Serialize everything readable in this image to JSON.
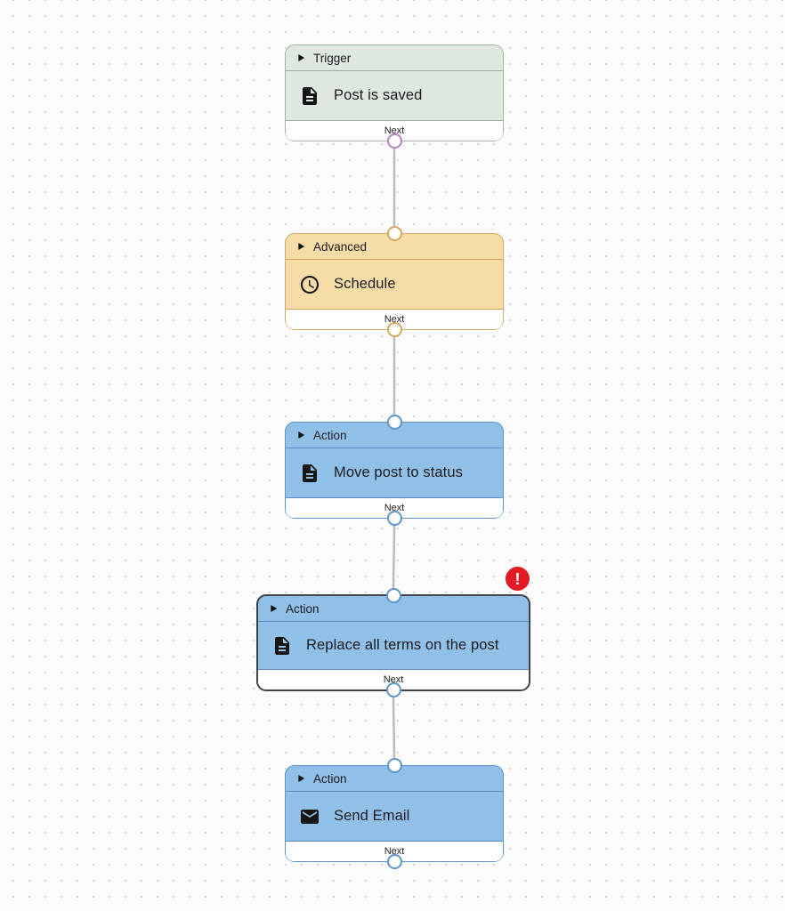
{
  "colors": {
    "canvas_bg": "#fcfcfc",
    "dot": "#d9d9dd",
    "text": "#1c1c1e",
    "footer_bg": "#ffffff",
    "trigger_bg": "#dfe8df",
    "trigger_border": "#a9b4a9",
    "trigger_div": "#a3aea3",
    "trigger_port": "#b287c2",
    "advanced_bg": "#f6dca6",
    "advanced_border": "#d2a964",
    "advanced_div": "#cda35e",
    "advanced_port": "#d2a964",
    "action_bg": "#90bfe8",
    "action_border": "#5e95c5",
    "action_div": "#5a8fbf",
    "action_port": "#5e95c5",
    "selected_border": "#3f4549",
    "connector": "#b9bcbe",
    "error_badge_bg": "#e01b24",
    "error_badge_fg": "#ffffff"
  },
  "nodes": [
    {
      "category": "Trigger",
      "label": "Post is saved",
      "icon": "document-icon",
      "footer_label": "Next",
      "type": "trigger",
      "selected": false,
      "error": false
    },
    {
      "category": "Advanced",
      "label": "Schedule",
      "icon": "clock-icon",
      "footer_label": "Next",
      "type": "advanced",
      "selected": false,
      "error": false
    },
    {
      "category": "Action",
      "label": "Move post to status",
      "icon": "document-icon",
      "footer_label": "Next",
      "type": "action",
      "selected": false,
      "error": false
    },
    {
      "category": "Action",
      "label": "Replace all terms on the post",
      "icon": "document-icon",
      "footer_label": "Next",
      "type": "action",
      "selected": true,
      "error": true
    },
    {
      "category": "Action",
      "label": "Send Email",
      "icon": "envelope-icon",
      "footer_label": "Next",
      "type": "action",
      "selected": false,
      "error": false
    }
  ],
  "error_badge": {
    "glyph": "!"
  },
  "connections": [
    {
      "from": "Post is saved",
      "to": "Schedule"
    },
    {
      "from": "Schedule",
      "to": "Move post to status"
    },
    {
      "from": "Move post to status",
      "to": "Replace all terms on the post"
    },
    {
      "from": "Replace all terms on the post",
      "to": "Send Email"
    }
  ]
}
